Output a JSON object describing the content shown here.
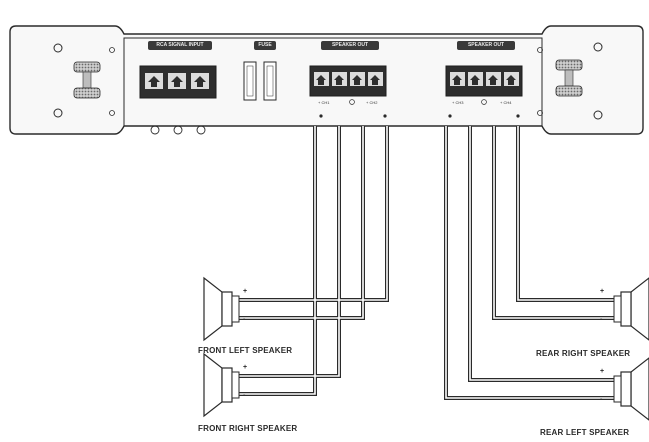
{
  "amplifier": {
    "inputs_tag": "RCA SIGNAL INPUT",
    "fuse_tag": "FUSE",
    "speaker_out_left_tag": "SPEAKER OUT",
    "speaker_out_right_tag": "SPEAKER OUT",
    "left_channel_a": "+ CH1",
    "left_channel_b": "+ CH2",
    "right_channel_a": "+ CH3",
    "right_channel_b": "+ CH4"
  },
  "speakers": {
    "front_left": "FRONT LEFT SPEAKER",
    "front_right": "FRONT RIGHT SPEAKER",
    "rear_right": "REAR RIGHT SPEAKER",
    "rear_left": "REAR LEFT SPEAKER"
  },
  "polarity": {
    "plus": "+",
    "minus": "-"
  },
  "colors": {
    "ink": "#2a2a2a",
    "panel": "#f7f7f7",
    "terminal": "#2e2e2e",
    "grille": "#9a9a9a"
  }
}
